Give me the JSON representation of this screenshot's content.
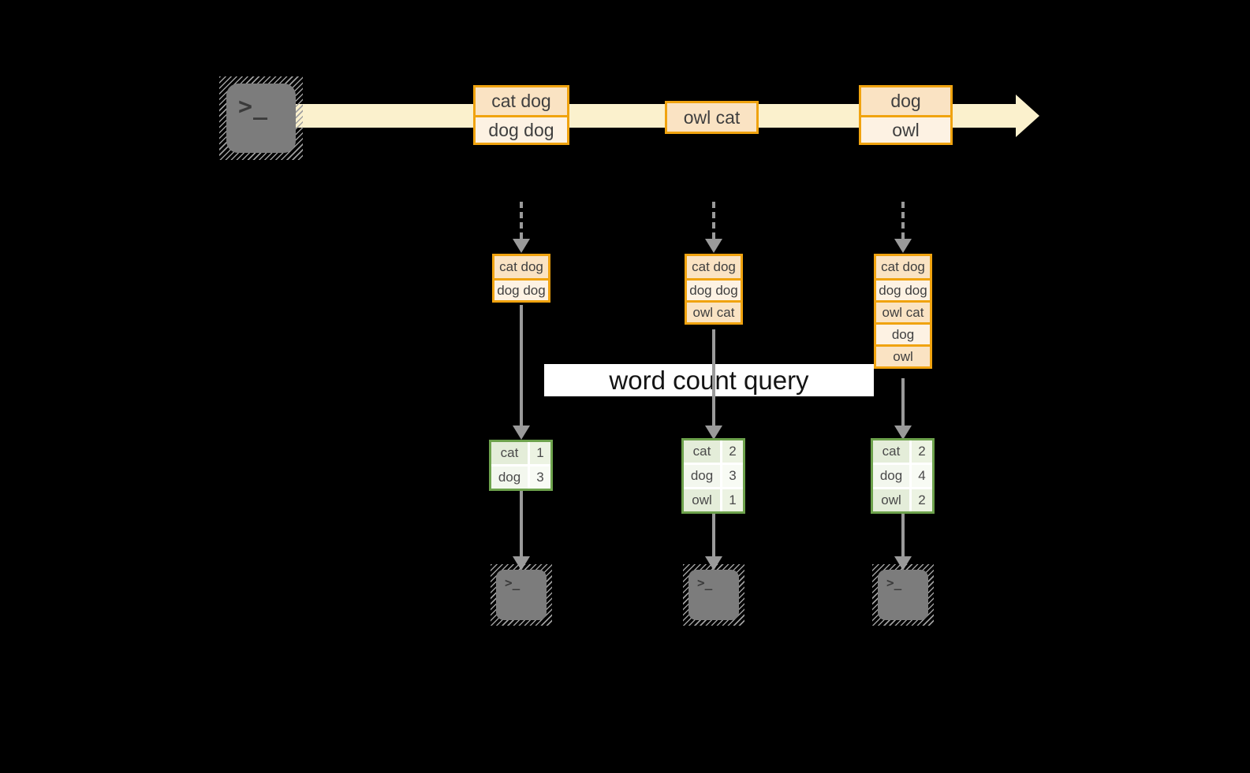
{
  "query_band": {
    "label": "word count query"
  },
  "stream": {
    "batches": [
      {
        "cells": [
          "cat dog",
          "dog dog"
        ]
      },
      {
        "cells": [
          "owl cat"
        ]
      },
      {
        "cells": [
          "dog",
          "owl"
        ]
      }
    ]
  },
  "micro_batches": [
    {
      "cells": [
        "cat dog",
        "dog dog"
      ]
    },
    {
      "cells": [
        "cat dog",
        "dog dog",
        "owl cat"
      ]
    },
    {
      "cells": [
        "cat dog",
        "dog dog",
        "owl cat",
        "dog",
        "owl"
      ]
    }
  ],
  "results": [
    {
      "rows": [
        {
          "word": "cat",
          "count": "1"
        },
        {
          "word": "dog",
          "count": "3"
        }
      ]
    },
    {
      "rows": [
        {
          "word": "cat",
          "count": "2"
        },
        {
          "word": "dog",
          "count": "3"
        },
        {
          "word": "owl",
          "count": "1"
        }
      ]
    },
    {
      "rows": [
        {
          "word": "cat",
          "count": "2"
        },
        {
          "word": "dog",
          "count": "4"
        },
        {
          "word": "owl",
          "count": "2"
        }
      ]
    }
  ],
  "icons": {
    "source_terminal": "terminal-icon",
    "sink_terminals": [
      "terminal-icon",
      "terminal-icon",
      "terminal-icon"
    ],
    "prompt_glyph": ">_",
    "stream_arrow": "right-arrow",
    "flow_arrows": "down-arrow"
  },
  "colors": {
    "background": "#000000",
    "stream_band": "#fbf1cd",
    "orange_border": "#f0a30f",
    "orange_fill_dark": "#fae3c3",
    "orange_fill_light": "#fdf2e3",
    "green_border": "#6da24c",
    "green_fill_dark": "#e4edd9",
    "green_fill_light": "#f3f7ee",
    "arrow_gray": "#9a9a9a",
    "terminal_gray": "#7c7c7c",
    "query_band_bg": "#ffffff",
    "text_dark": "#3f3f3f"
  }
}
